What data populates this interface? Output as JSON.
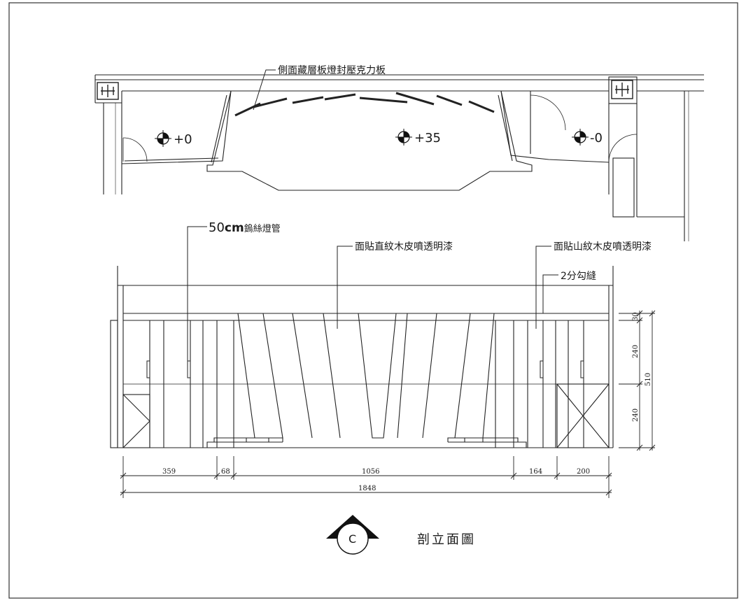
{
  "plan": {
    "ceiling_callout": "側面藏層板燈封壓克力板",
    "levels": [
      "+0",
      "+35",
      "-0"
    ]
  },
  "elevation": {
    "callouts": {
      "pipe_prefix": "50",
      "pipe_unit": "cm",
      "pipe_text": "鎢絲燈管",
      "straight_grain": "面貼直紋木皮噴透明漆",
      "mountain_grain": "面貼山紋木皮噴透明漆",
      "groove": "2分勾縫"
    },
    "dims_bottom": [
      "359",
      "68",
      "1056",
      "164",
      "200"
    ],
    "dim_total": "1848",
    "dims_right": [
      "30",
      "240",
      "240"
    ],
    "dim_right_total": "510"
  },
  "title_block": {
    "marker_letter": "C",
    "title": "剖立面圖"
  }
}
